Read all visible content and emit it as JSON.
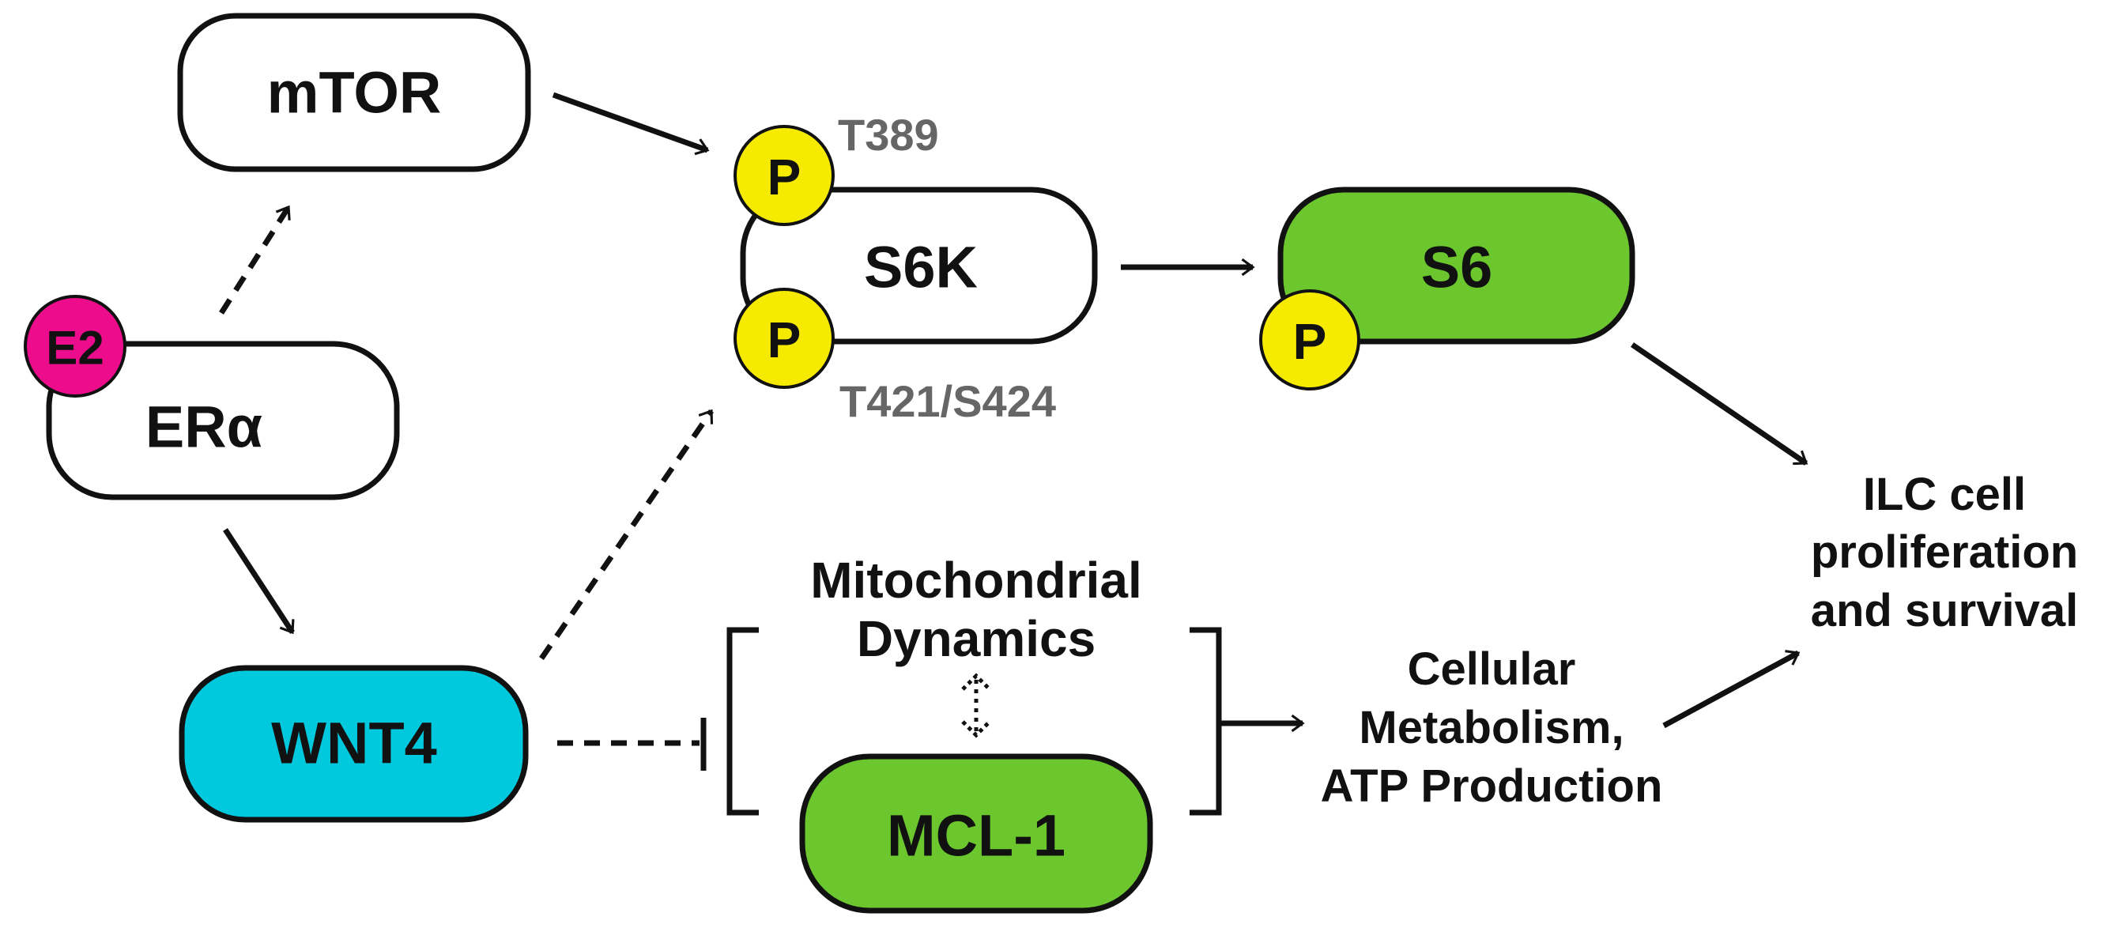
{
  "nodes": {
    "mtor": "mTOR",
    "s6k": "S6K",
    "s6": "S6",
    "era": "ERα",
    "wnt4": "WNT4",
    "mcl1": "MCL-1"
  },
  "badges": {
    "e2": "E2",
    "p": "P"
  },
  "sites": {
    "t389": "T389",
    "t421_s424": "T421/S424"
  },
  "labels": {
    "mitochondrial_line1": "Mitochondrial",
    "mitochondrial_line2": "Dynamics",
    "metabolism_line1": "Cellular",
    "metabolism_line2": "Metabolism,",
    "metabolism_line3": "ATP Production",
    "outcome_line1": "ILC cell",
    "outcome_line2": "proliferation",
    "outcome_line3": "and survival"
  },
  "colors": {
    "s6_fill": "#6cc72f",
    "mcl1_fill": "#6cc72f",
    "wnt4_fill": "#00c8dd",
    "e2_fill": "#ec0c8c",
    "p_fill": "#f5ea00",
    "node_fill": "#ffffff"
  }
}
